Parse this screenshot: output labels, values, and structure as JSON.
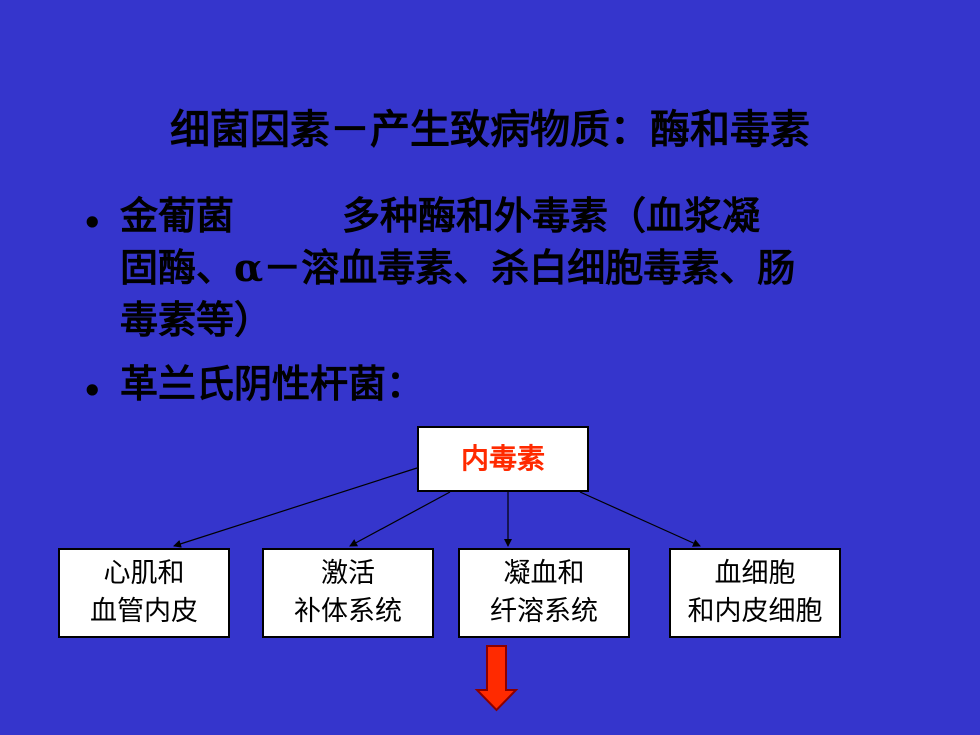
{
  "slide": {
    "title": "细菌因素－产生致病物质：酶和毒素",
    "bullets": [
      {
        "dot": "•",
        "term": "金葡菌",
        "line1_rest": "多种酶和外毒素（血浆凝",
        "line2": "固酶、α－溶血毒素、杀白细胞毒素、肠",
        "line3": "毒素等）"
      },
      {
        "dot": "•",
        "text": "革兰氏阴性杆菌："
      }
    ]
  },
  "diagram": {
    "root": "内毒素",
    "children": [
      {
        "line1": "心肌和",
        "line2": "血管内皮"
      },
      {
        "line1": "激活",
        "line2": "补体系统"
      },
      {
        "line1": "凝血和",
        "line2": "纤溶系统"
      },
      {
        "line1": "血细胞",
        "line2": "和内皮细胞"
      }
    ]
  },
  "colors": {
    "background": "#3535CC",
    "root_text": "#FF2A00",
    "arrow_fill": "#FF2A00",
    "arrow_stroke": "#8B0000"
  },
  "icons": {
    "down_arrow": "red-down-arrow-icon"
  }
}
